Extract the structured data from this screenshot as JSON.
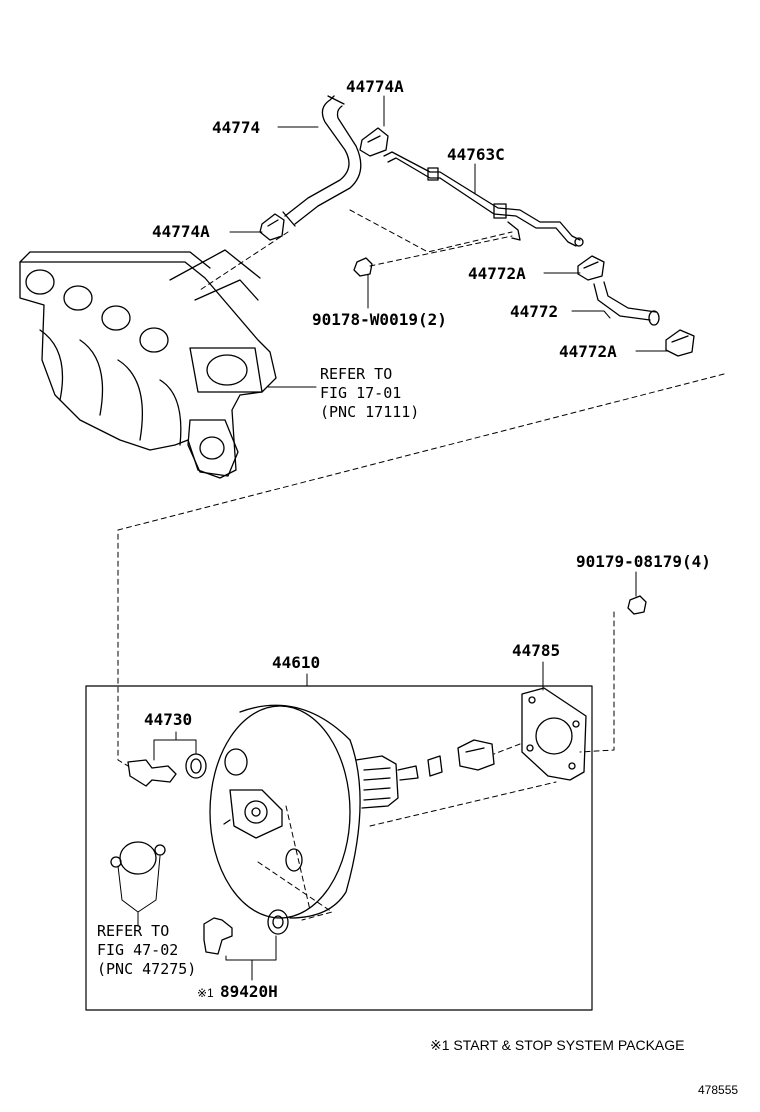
{
  "labels": {
    "p44774A_top": "44774A",
    "p44774": "44774",
    "p44763C": "44763C",
    "p44774A_left": "44774A",
    "p44772A_mid": "44772A",
    "p44772": "44772",
    "p90178": "90178-W0019(2)",
    "p44772A_low": "44772A",
    "p90179": "90179-08179(4)",
    "p44610": "44610",
    "p44785": "44785",
    "p44730": "44730",
    "p89420H": "89420H",
    "note_mark": "※1"
  },
  "refer1": {
    "line1": "REFER TO",
    "line2": "FIG 17-01",
    "line3": "(PNC 17111)"
  },
  "refer2": {
    "line1": "REFER TO",
    "line2": "FIG 47-02",
    "line3": "(PNC 47275)"
  },
  "footer": {
    "note": "※1 START & STOP SYSTEM PACKAGE",
    "code": "478555"
  },
  "colors": {
    "ink": "#000000",
    "paper": "#ffffff"
  }
}
